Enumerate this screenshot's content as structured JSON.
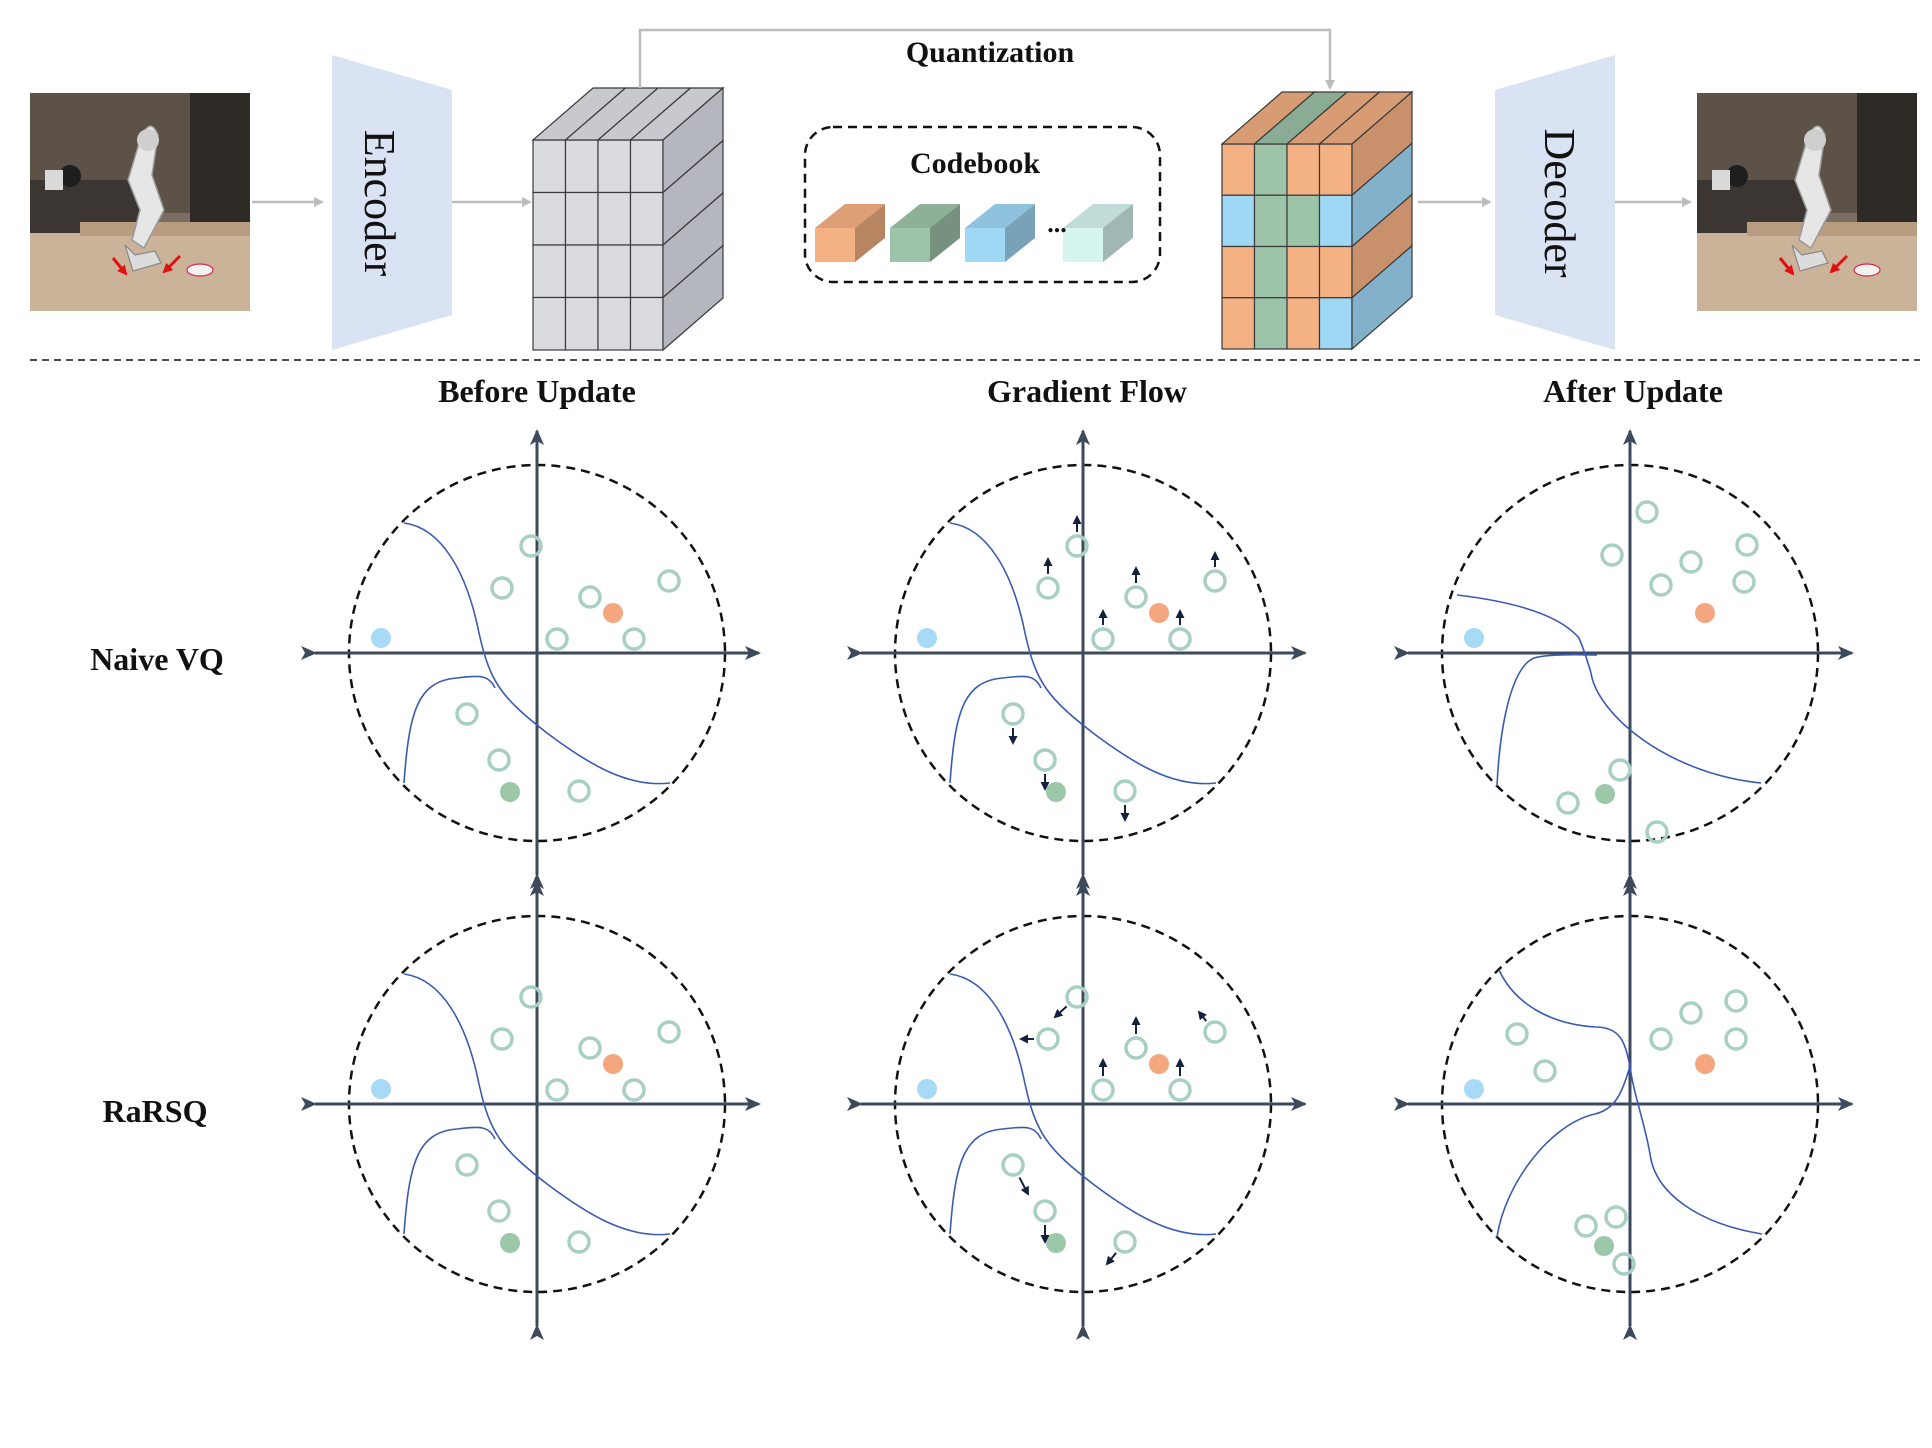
{
  "pipeline": {
    "encoder_label": "Encoder",
    "decoder_label": "Decoder",
    "quantization_label": "Quantization",
    "codebook_label": "Codebook",
    "codebook_ellipsis": "...",
    "codebook_colors": [
      "#f4b183",
      "#9dc3a8",
      "#9fd8f5",
      "#d6f4f0"
    ]
  },
  "columns": [
    "Before Update",
    "Gradient Flow",
    "After Update"
  ],
  "rows": [
    "Naive VQ",
    "RaRSQ"
  ],
  "colors": {
    "orange": "#f4a77e",
    "green": "#9cc8aa",
    "blue": "#a7daf5",
    "ring": "#a7cfc4",
    "axis": "#3d4a5c",
    "boundary": "#3a5bb0",
    "arrow": "#14213d"
  }
}
